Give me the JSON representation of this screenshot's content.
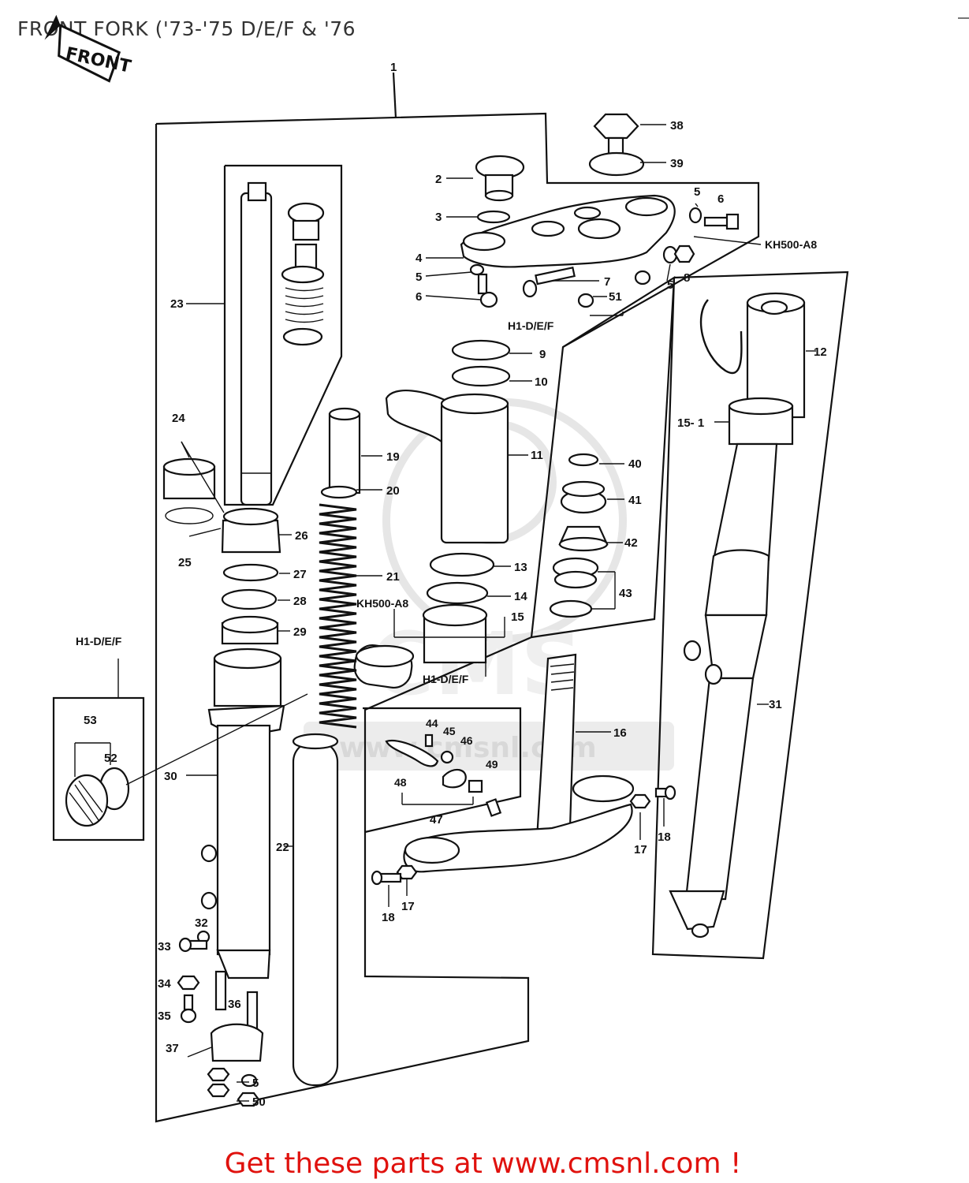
{
  "title": "FRONT FORK ('73-'75 D/E/F & '76",
  "front_arrow_label": "FRONT",
  "watermark_text": "www.cmsnl.com",
  "watermark_logo": "CMS",
  "footer_text": "Get these parts at www.cmsnl.com !",
  "colors": {
    "footer": "#e0120e",
    "lines": "#111111",
    "watermark": "#e6e6e6"
  },
  "callouts": {
    "c1": "1",
    "c2": "2",
    "c3": "3",
    "c4": "4",
    "c5a": "5",
    "c5b": "5",
    "c5c": "5",
    "c5d": "5",
    "c6a": "6",
    "c6b": "6",
    "c7": "7",
    "c8": "8",
    "c9": "9",
    "c10": "10",
    "c11": "11",
    "c12": "12",
    "c13": "13",
    "c14": "14",
    "c15": "15",
    "c15_1": "15- 1",
    "c16": "16",
    "c17a": "17",
    "c17b": "17",
    "c18a": "18",
    "c18b": "18",
    "c19": "19",
    "c20": "20",
    "c21": "21",
    "c22": "22",
    "c23": "23",
    "c24": "24",
    "c25": "25",
    "c26": "26",
    "c27": "27",
    "c28": "28",
    "c29": "29",
    "c30": "30",
    "c31": "31",
    "c32": "32",
    "c33": "33",
    "c34": "34",
    "c35": "35",
    "c36": "36",
    "c37": "37",
    "c38": "38",
    "c39": "39",
    "c40": "40",
    "c41": "41",
    "c42": "42",
    "c43": "43",
    "c44": "44",
    "c45": "45",
    "c46": "46",
    "c47": "47",
    "c48": "48",
    "c49": "49",
    "c50": "50",
    "c51": "51",
    "c52": "52",
    "c53": "53"
  },
  "model_notes": {
    "kh500_top": "KH500-A8",
    "kh500_mid": "KH500-A8",
    "h1_top": "H1-D/E/F",
    "h1_mid": "H1-D/E/F",
    "h1_left": "H1-D/E/F"
  }
}
